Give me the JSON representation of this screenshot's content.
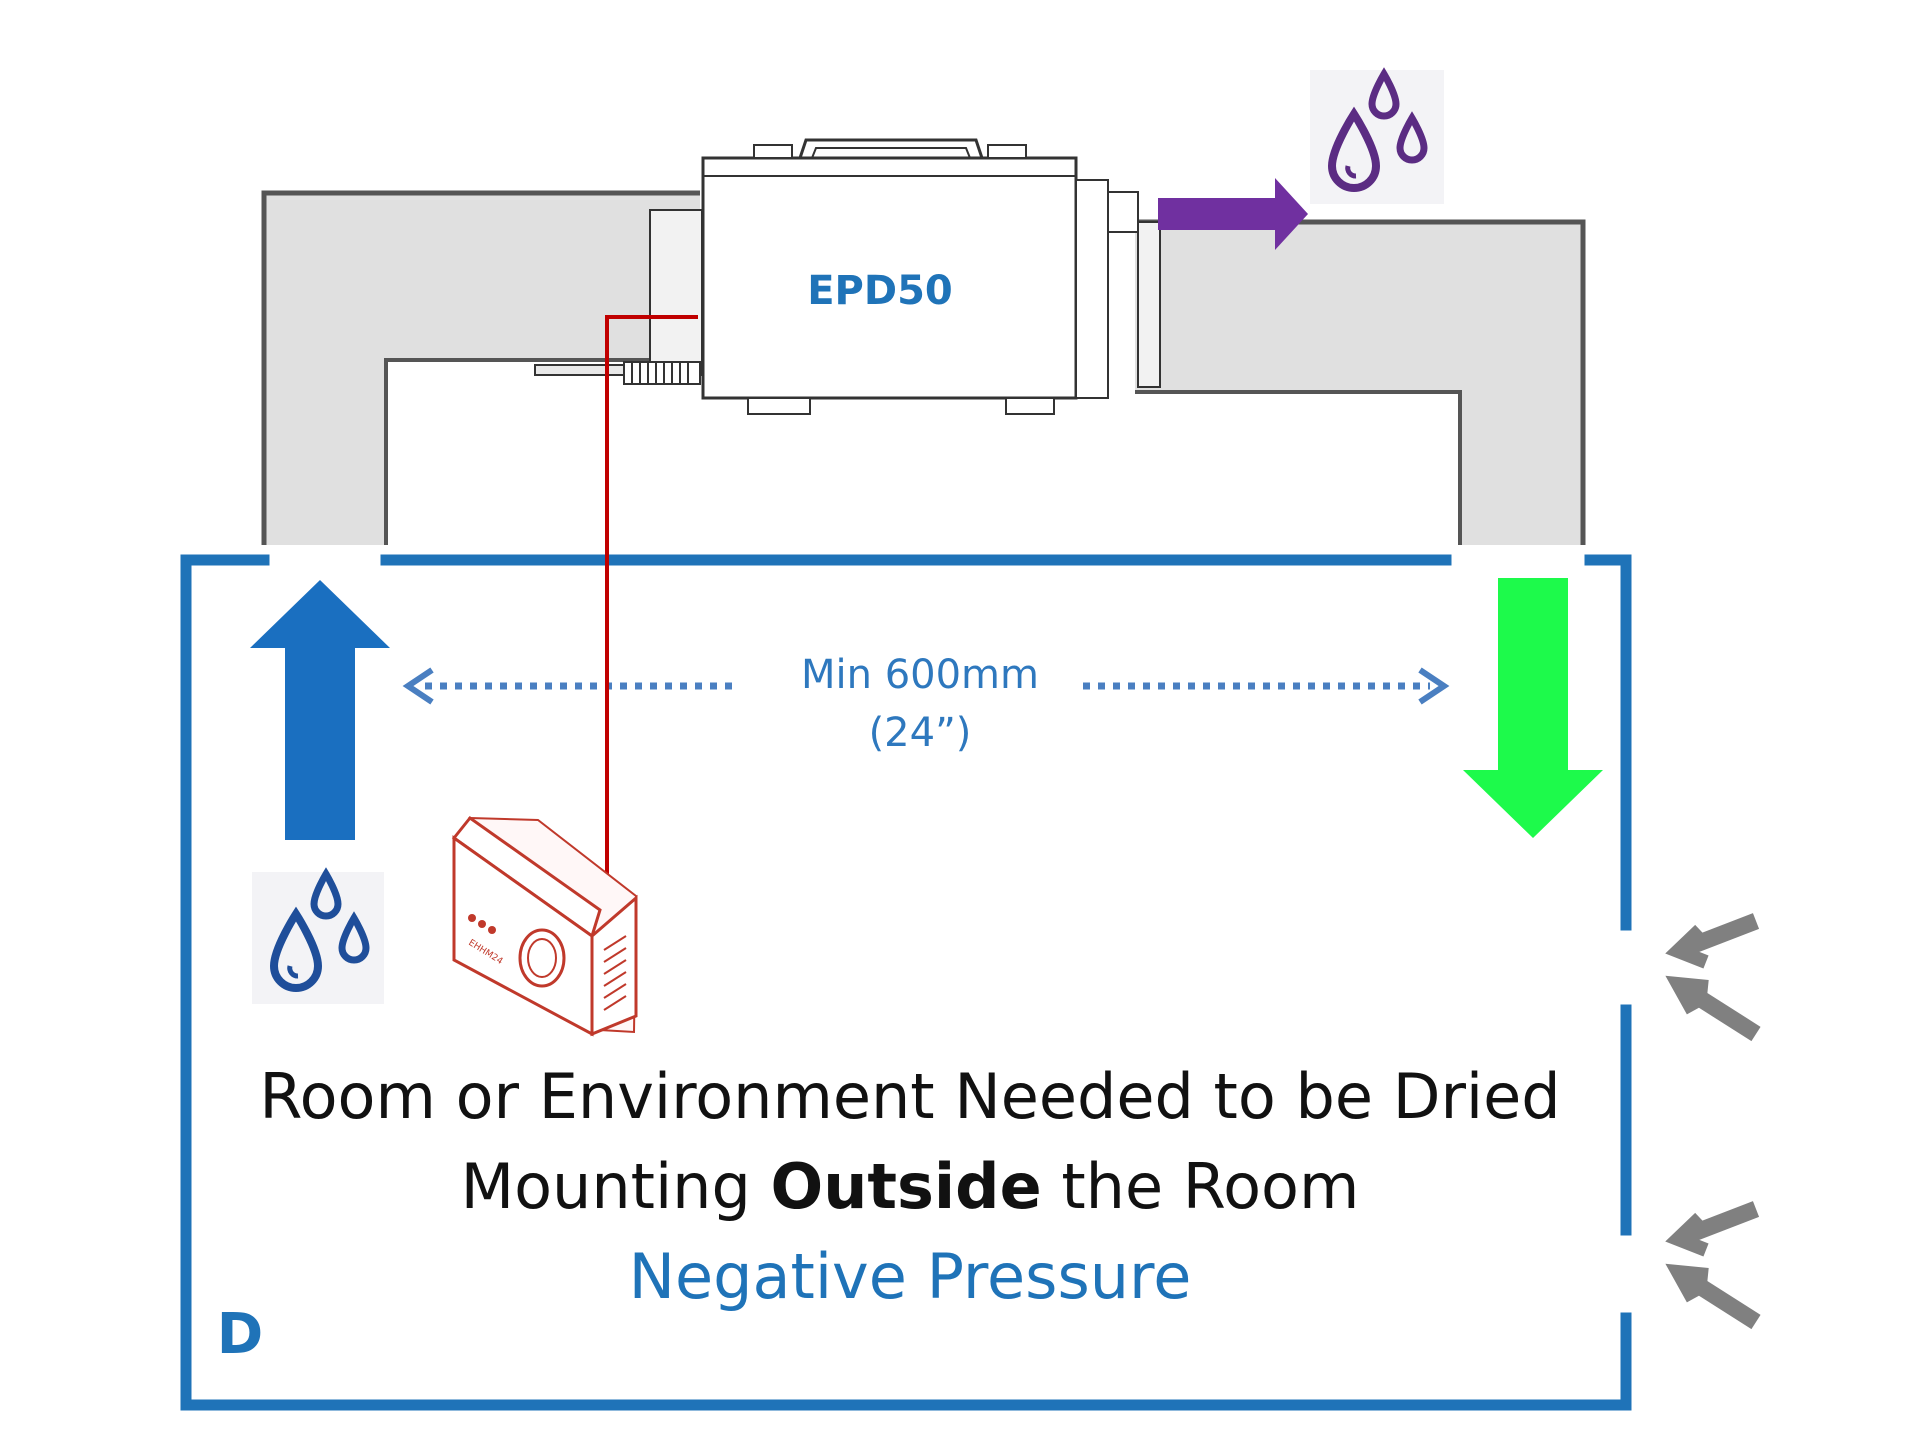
{
  "unit": {
    "label": "EPD50"
  },
  "distance": {
    "line1": "Min 600mm",
    "line2": "(24”)"
  },
  "caption": {
    "line1": "Room or Environment Needed to be Dried",
    "line2_before": "Mounting ",
    "line2_bold": "Outside",
    "line2_after": " the Room",
    "line3": "Negative Pressure"
  },
  "corner_letter": "D",
  "controller": {
    "text": "EHHM24"
  },
  "colors": {
    "room_border": "#1f73b8",
    "duct_fill": "#e0e0e0",
    "duct_edge": "#555555",
    "intake_arrow": "#1a6fc0",
    "supply_arrow": "#1dfa4b",
    "exhaust_arrow": "#7030a0",
    "leak_arrows": "#808080",
    "cable": "#c00000",
    "wet_drops": "#1f4e9a",
    "exhaust_drops": "#5b2c83"
  },
  "icons": [
    "water-drops-icon",
    "up-arrow-icon",
    "down-arrow-icon",
    "right-arrow-icon",
    "double-headed-arrow-icon",
    "controller-icon"
  ]
}
